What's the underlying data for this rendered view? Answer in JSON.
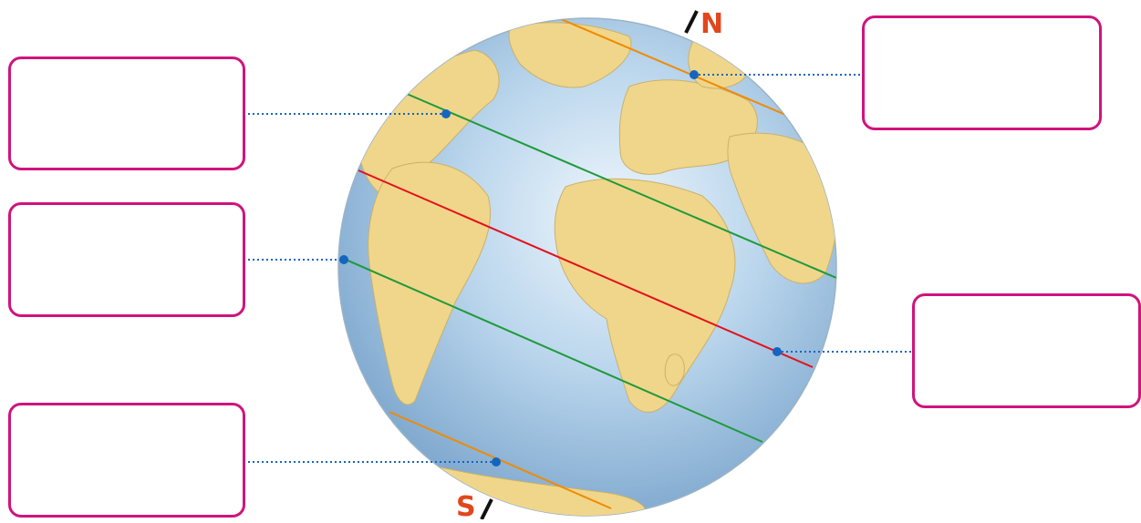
{
  "poles": {
    "north": "N",
    "south": "S"
  },
  "label_boxes": [
    {
      "id": "top-left",
      "text": ""
    },
    {
      "id": "middle-left",
      "text": ""
    },
    {
      "id": "bottom-left",
      "text": ""
    },
    {
      "id": "top-right",
      "text": ""
    },
    {
      "id": "middle-right",
      "text": ""
    }
  ],
  "colors": {
    "box_border": "#d0147c",
    "polar_circle_line": "#f08a00",
    "tropic_line": "#1d9a3a",
    "equator_line": "#e3101c",
    "leader_dots": "#1565c0",
    "pole_letter": "#e2461c",
    "axis": "#111111",
    "ocean": "#8fb7d9",
    "land": "#f0d68a"
  }
}
